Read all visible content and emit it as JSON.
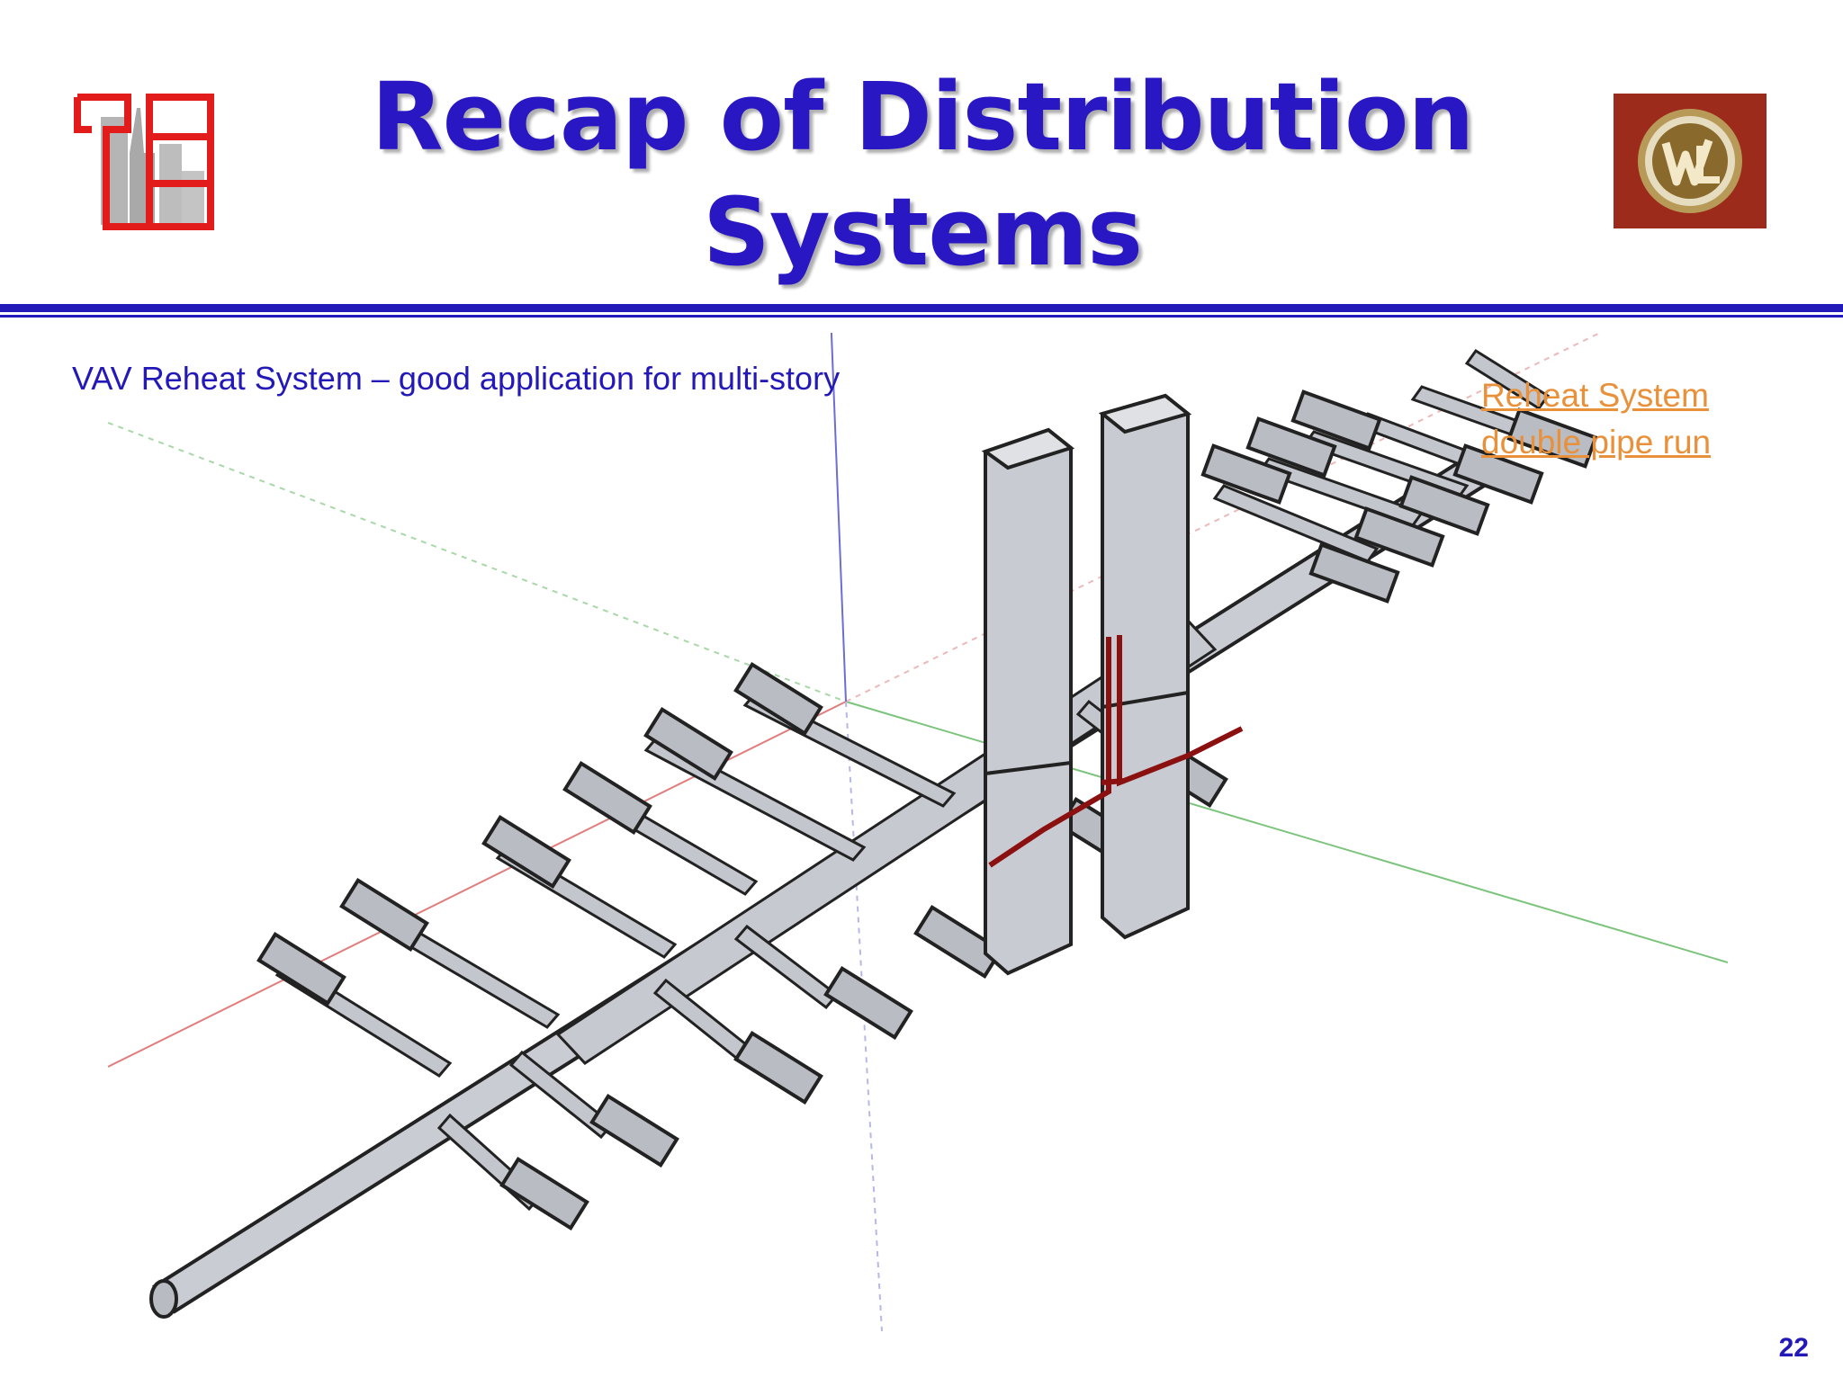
{
  "slide": {
    "title_line1": "Recap of Distribution",
    "title_line2": "Systems",
    "subtitle": "VAV Reheat System – good application for multi-story",
    "link_line1": "Reheat System",
    "link_line2": "double pipe run",
    "page_number": "22"
  },
  "colors": {
    "title": "#2a17c4",
    "rule": "#2318b8",
    "link": "#e8913a",
    "duct": "#c9ccd2",
    "reheat_pipe": "#8b1010"
  },
  "icons": {
    "left_logo": "building-frame-logo",
    "right_logo": "vw-badge-logo"
  }
}
